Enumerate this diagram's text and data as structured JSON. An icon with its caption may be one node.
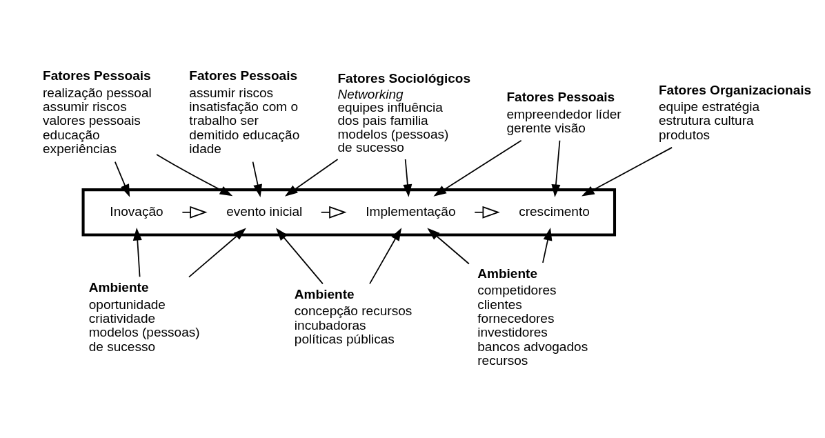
{
  "diagram": {
    "nodes": [
      {
        "text": [
          "Fatores Pessoais",
          "realização pessoal assumir riscos valores pessoais educação experiências"
        ]
      },
      {
        "text": [
          "Fatores Pessoais",
          "assumir riscos insatisfação com o trabalho ser demitido educação idade"
        ]
      },
      {
        "text": [
          "Fatores Sociológicos",
          "*Networking* equipes influência dos pais familia modelos (pessoas) de sucesso"
        ]
      },
      {
        "text": [
          "Fatores Pessoais",
          "empreendedor líder gerente visão"
        ]
      },
      {
        "text": [
          "Fatores Organizacionais",
          "equipe estratégia estrutura cultura produtos"
        ]
      },
      {
        "text": [],
        "shape": "bar"
      },
      {
        "text": [
          "Inovação"
        ],
        "in": 5
      },
      {
        "text": [
          "evento inicial"
        ],
        "in": 5
      },
      {
        "text": [
          "Implementação"
        ],
        "in": 5
      },
      {
        "text": [
          "crescimento"
        ],
        "in": 5
      },
      {
        "text": [
          "Ambiente",
          "oportunidade criatividade modelos (pessoas) de sucesso"
        ]
      },
      {
        "text": [
          "Ambiente",
          "concepção recursos incubadoras políticas públicas"
        ]
      },
      {
        "text": [
          "Ambiente",
          "competidores clientes fornecedores investidores bancos advogados recursos"
        ]
      }
    ],
    "edges": [
      {
        "from": 0,
        "to": 6,
        "arrow": "to"
      },
      {
        "from": 0,
        "to": 7,
        "arrow": "to"
      },
      {
        "from": 1,
        "to": 7,
        "arrow": "to"
      },
      {
        "from": 2,
        "to": 7,
        "arrow": "to"
      },
      {
        "from": 2,
        "to": 8,
        "arrow": "to"
      },
      {
        "from": 3,
        "to": 8,
        "arrow": "to"
      },
      {
        "from": 3,
        "to": 9,
        "arrow": "to"
      },
      {
        "from": 4,
        "to": 9,
        "arrow": "to"
      },
      {
        "from": 6,
        "to": 7,
        "arrow": "to"
      },
      {
        "from": 7,
        "to": 8,
        "arrow": "to"
      },
      {
        "from": 8,
        "to": 9,
        "arrow": "to"
      },
      {
        "from": 10,
        "to": 6,
        "arrow": "to"
      },
      {
        "from": 10,
        "to": 7,
        "arrow": "to"
      },
      {
        "from": 11,
        "to": 7,
        "arrow": "to"
      },
      {
        "from": 11,
        "to": 8,
        "arrow": "to"
      },
      {
        "from": 12,
        "to": 8,
        "arrow": "to"
      },
      {
        "from": 12,
        "to": 9,
        "arrow": "to"
      }
    ]
  }
}
